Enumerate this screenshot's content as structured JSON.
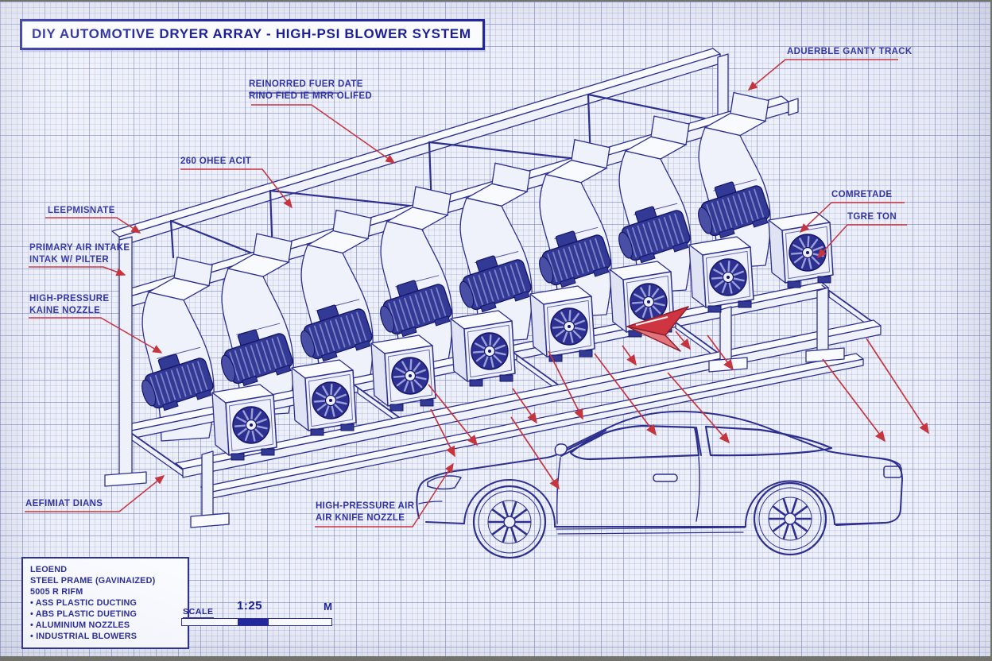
{
  "title": "DIY AUTOMOTIVE DRYER ARRAY - HIGH-PSI BLOWER SYSTEM",
  "callouts": {
    "gantry": {
      "l1": "ADUERBLE GANTY TRACK"
    },
    "reinforced": {
      "l1": "REINORRED FUER DATE",
      "l2": "RINO FIED IE MRR OLIFED"
    },
    "ohee": {
      "l1": "260 OHEE ACIT"
    },
    "leep": {
      "l1": "LEEPMISNATE"
    },
    "primary": {
      "l1": "PRIMARY AIR INTAKE",
      "l2": "INTAK W/ PILTER"
    },
    "kaine": {
      "l1": "HIGH-PRESSURE",
      "l2": "KAINE NOZZLE"
    },
    "comretade": {
      "l1": "COMRETADE"
    },
    "tgre": {
      "l1": "TGRE TON"
    },
    "aefimiat": {
      "l1": "AEFIMIAT DIANS"
    },
    "hpair": {
      "l1": "HIGH-PRESSURE AIR",
      "l2": "AIR KNIFE NOZZLE"
    }
  },
  "legend": {
    "heading": "LEOEND",
    "frame_line": "STEEL PRAME (GAVINAIZED)",
    "spec_line": "5005 R RIFM",
    "bullets": [
      "ASS PLASTIC DUCTING",
      "ABS PLASTIC DUETING",
      "ALUMINIUM NOZZLES",
      "INDUSTRIAL BLOWERS"
    ]
  },
  "scale": {
    "label": "SCALE",
    "ratio": "1:25",
    "unit": "M"
  },
  "scene": {
    "blower_count": 8,
    "duct_count": 8,
    "colors": {
      "ink": "#2c2f8e",
      "inkDark": "#191c6e",
      "red": "#c53540",
      "redDark": "#8c1f2a",
      "beam": "#eef1fa",
      "beamTop": "#f8fafe",
      "duct": "#f0f2fb",
      "unit": "#333a96",
      "unitDark": "#14166b",
      "blade": "#9aa0d8",
      "face": "#eef1fb"
    }
  }
}
